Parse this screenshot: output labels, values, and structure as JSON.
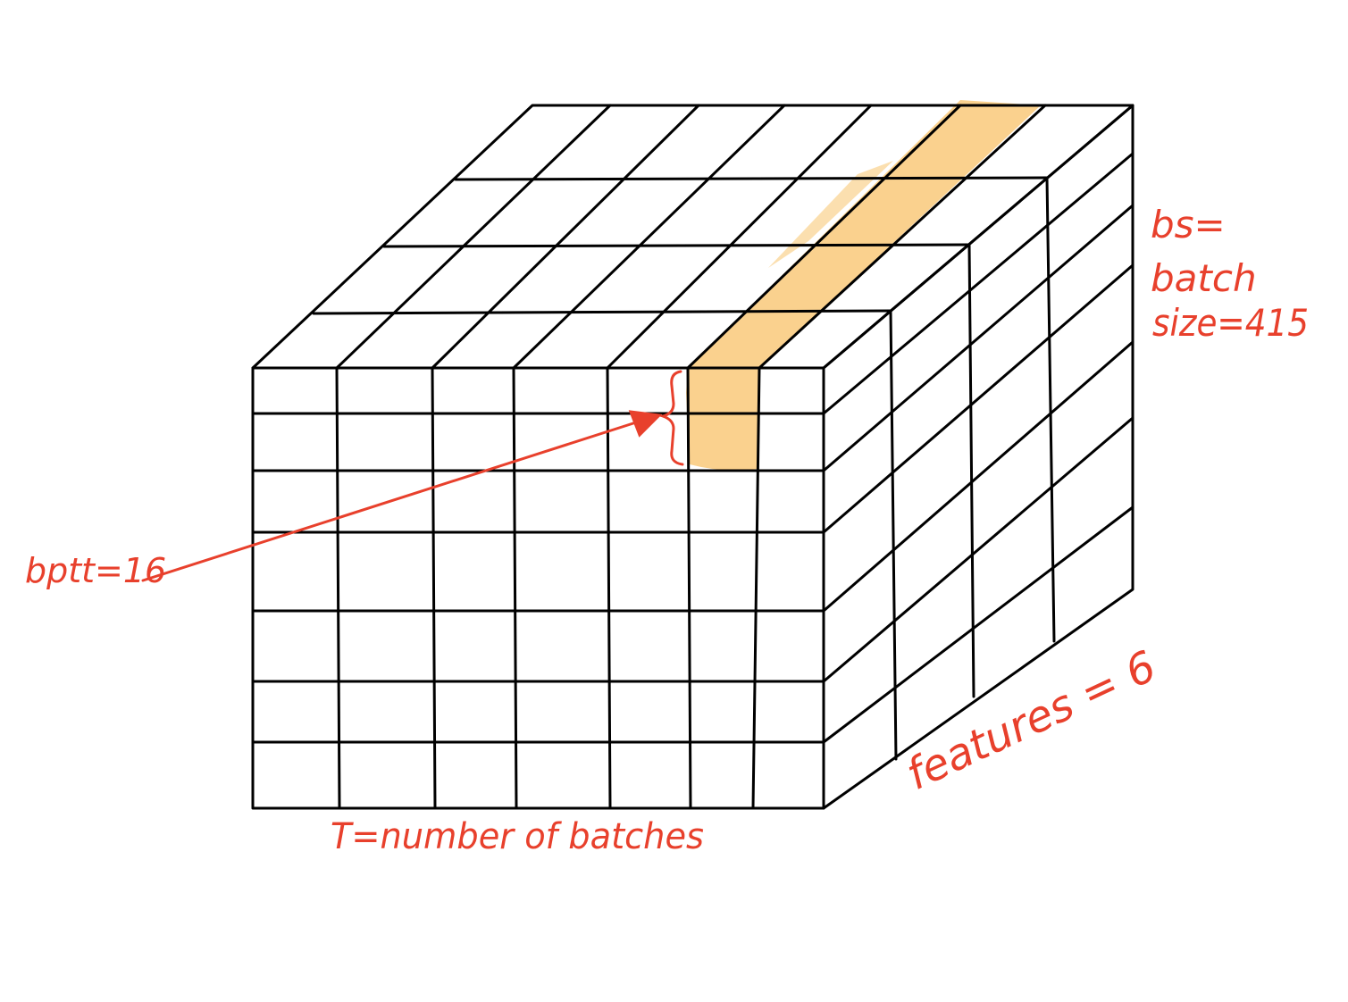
{
  "diagram": {
    "annotations": {
      "batch_size": [
        "bs=",
        "batch",
        "size=415"
      ],
      "features": "features = 6",
      "bptt": "bptt=16",
      "time_axis": "T=number of batches"
    },
    "grid": {
      "front_columns": 7,
      "front_rows": 7,
      "depth_layers": 4
    },
    "colors": {
      "line": "#000000",
      "annotation": "#e8402c",
      "highlight": "#f9c97a"
    }
  }
}
